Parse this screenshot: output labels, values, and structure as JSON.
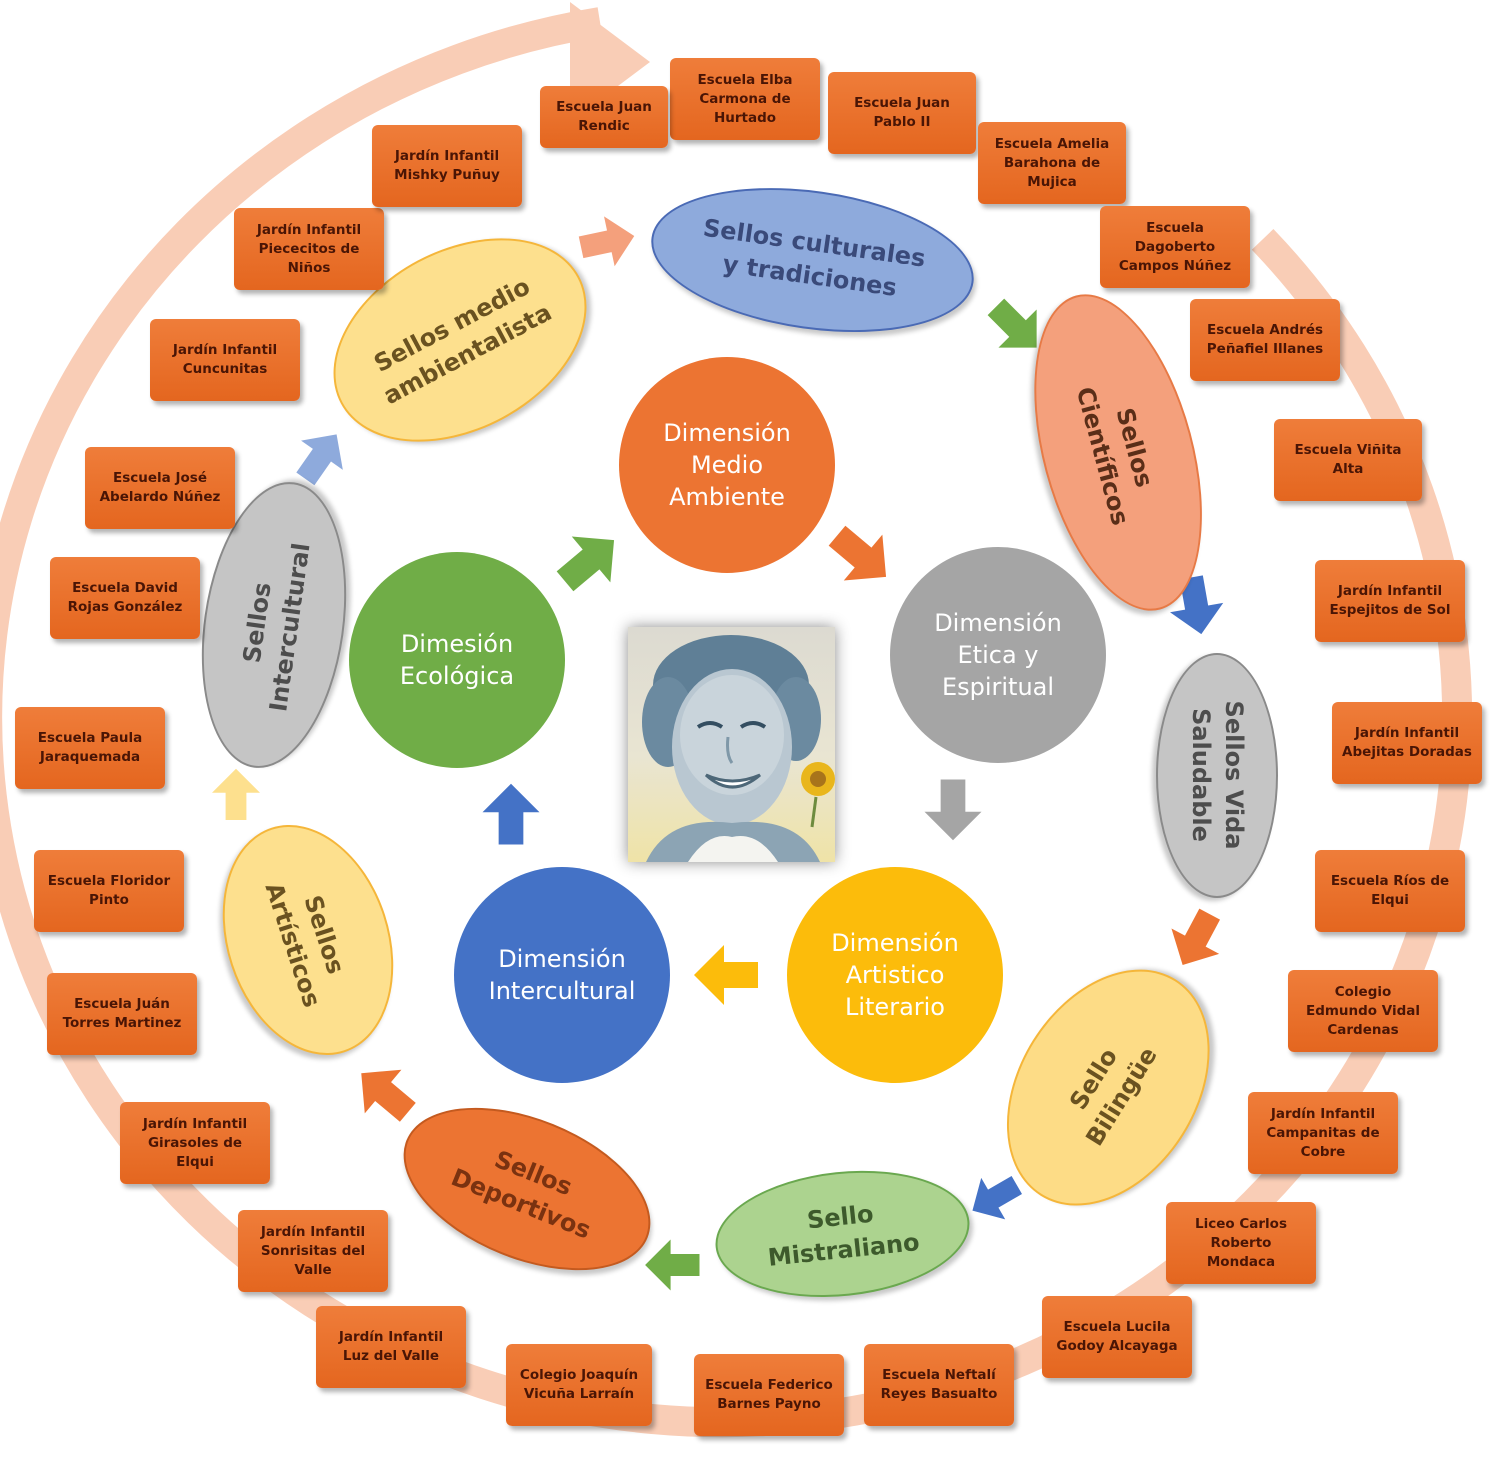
{
  "center": {
    "portrait_icon": "woman-portrait-icon"
  },
  "dimensions": [
    {
      "label": "Dimensión\nMedio\nAmbiente",
      "color": "#ec7432"
    },
    {
      "label": "Dimensión\nEtica y\nEspiritual",
      "color": "#a5a5a5"
    },
    {
      "label": "Dimensión\nArtistico\nLiterario",
      "color": "#fcbc0b"
    },
    {
      "label": "Dimensión\nIntercultural",
      "color": "#4472c6"
    },
    {
      "label": "Dimesión\nEcológica",
      "color": "#70ad47"
    }
  ],
  "seals": [
    {
      "label": "Sellos culturales\ny tradiciones",
      "fill": "#8eaadc",
      "border": "#4a6ab5",
      "text": "#3a4a7a"
    },
    {
      "label": "Sellos\nCientíficos",
      "fill": "#f4a07c",
      "border": "#e77a46",
      "text": "#5a2e18"
    },
    {
      "label": "Sellos Vida\nSaludable",
      "fill": "#c5c5c5",
      "border": "#8a8a8a",
      "text": "#4d4d4d"
    },
    {
      "label": "Sello\nBilingüe",
      "fill": "#fddc86",
      "border": "#f5b63a",
      "text": "#6a5220"
    },
    {
      "label": "Sello\nMistraliano",
      "fill": "#acd38f",
      "border": "#6aa84f",
      "text": "#3d5a2c"
    },
    {
      "label": "Sellos\nDeportivos",
      "fill": "#ec7432",
      "border": "#c45a1f",
      "text": "#7a3210"
    },
    {
      "label": "Sellos\nArtísticos",
      "fill": "#fde08e",
      "border": "#f5b63a",
      "text": "#6a5220"
    },
    {
      "label": "Sellos\nIntercultural",
      "fill": "#c5c5c5",
      "border": "#8a8a8a",
      "text": "#4d4d4d"
    },
    {
      "label": "Sellos medio\nambientalista",
      "fill": "#fde08e",
      "border": "#f5b63a",
      "text": "#6a5220"
    }
  ],
  "schools": [
    "Escuela Elba\nCarmona de\nHurtado",
    "Escuela Juan\nPablo II",
    "Escuela Amelia\nBarahona de\nMujica",
    "Escuela\nDagoberto\nCampos Núñez",
    "Escuela Andrés\nPeñafiel Illanes",
    "Escuela Viñita\nAlta",
    "Jardín Infantil\nEspejitos de Sol",
    "Jardín Infantil\nAbejitas Doradas",
    "Escuela Ríos de\nElqui",
    "Colegio\nEdmundo Vidal\nCardenas",
    "Jardín Infantil\nCampanitas de\nCobre",
    "Liceo Carlos\nRoberto\nMondaca",
    "Escuela Lucila\nGodoy Alcayaga",
    "Escuela Neftalí\nReyes Basualto",
    "Escuela Federico\nBarnes Payno",
    "Colegio Joaquín\nVicuña Larraín",
    "Jardín Infantil\nLuz del Valle",
    "Jardín Infantil\nSonrisitas del\nValle",
    "Jardín Infantil\nGirasoles de\nElqui",
    "Escuela Juán\nTorres Martinez",
    "Escuela Floridor\nPinto",
    "Escuela Paula\nJaraquemada",
    "Escuela  David\nRojas González",
    "Escuela José\nAbelardo Núñez",
    "Jardín Infantil\nCuncunitas",
    "Jardín Infantil\nPiececitos de\nNiños",
    "Jardín Infantil\nMishky Puñuy",
    "Escuela Juan\nRendic"
  ],
  "colors": {
    "outer_ring": "#f9cdb6",
    "school_box": "#e96c25",
    "arrows": {
      "orange": "#ec7432",
      "gray": "#a5a5a5",
      "yellow": "#fcbc0b",
      "blue": "#4472c6",
      "green": "#70ad47",
      "light_orange": "#f4a07c",
      "light_yellow": "#fde08e",
      "light_blue": "#8eaadc"
    }
  }
}
